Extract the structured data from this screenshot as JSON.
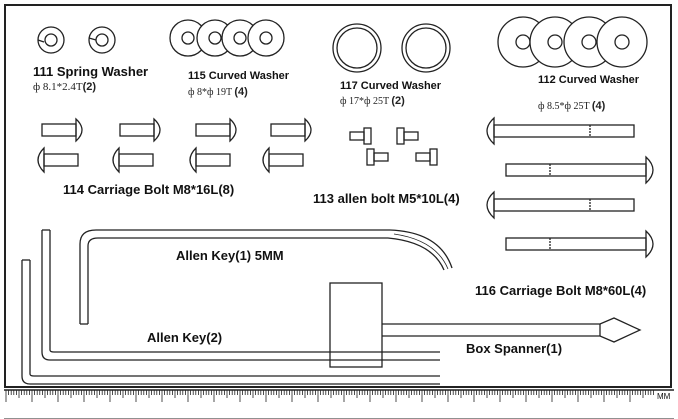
{
  "parts": {
    "p111": {
      "name": "111 Spring Washer",
      "spec": "ф 8.1*2.4T",
      "qty": "(2)"
    },
    "p115": {
      "name": "115 Curved Washer",
      "spec": "ф 8*ф 19T",
      "qty": "(4)"
    },
    "p117": {
      "name": "117 Curved Washer",
      "spec": "ф 17*ф 25T",
      "qty": "(2)"
    },
    "p112": {
      "name": "112 Curved Washer",
      "spec": "ф 8.5*ф 25T",
      "qty": "(4)"
    },
    "p114": {
      "name": "114 Carriage Bolt  M8*16L(8)"
    },
    "p113": {
      "name": "113 allen bolt  M5*10L(4)"
    },
    "p116": {
      "name": "116 Carriage Bolt  M8*60L(4)"
    },
    "key5": {
      "name": "Allen Key(1) 5MM"
    },
    "key2": {
      "name": "Allen Key(2)"
    },
    "spanner": {
      "name": "Box Spanner(1)"
    }
  },
  "ruler": {
    "end_label": "MM"
  },
  "colors": {
    "line": "#222222",
    "paper": "#ffffff"
  }
}
